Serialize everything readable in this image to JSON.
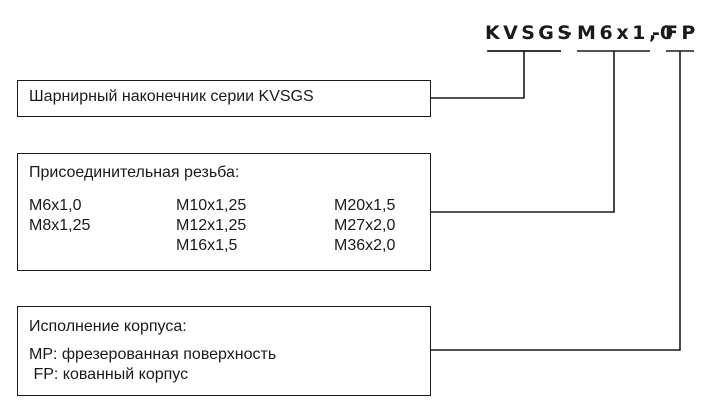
{
  "order_code": {
    "series": "KVSGS",
    "separator_1": "-",
    "thread": "M6x1,0",
    "separator_2": "-",
    "body": "FP"
  },
  "series_box": {
    "text": "Шарнирный наконечник серии KVSGS"
  },
  "thread_box": {
    "heading": "Присоединительная резьба:",
    "columns": [
      [
        "M6x1,0",
        "M8x1,25"
      ],
      [
        "M10x1,25",
        "M12x1,25",
        "M16x1,5"
      ],
      [
        "M20x1,5",
        "M27x2,0",
        "M36x2,0"
      ]
    ]
  },
  "body_box": {
    "heading": "Исполнение корпуса:",
    "options": [
      "MP: фрезерованная поверхность",
      " FP: кованный корпус"
    ]
  },
  "colors": {
    "line": "#1a1a1a",
    "text": "#1a1a1a",
    "background": "#ffffff"
  }
}
